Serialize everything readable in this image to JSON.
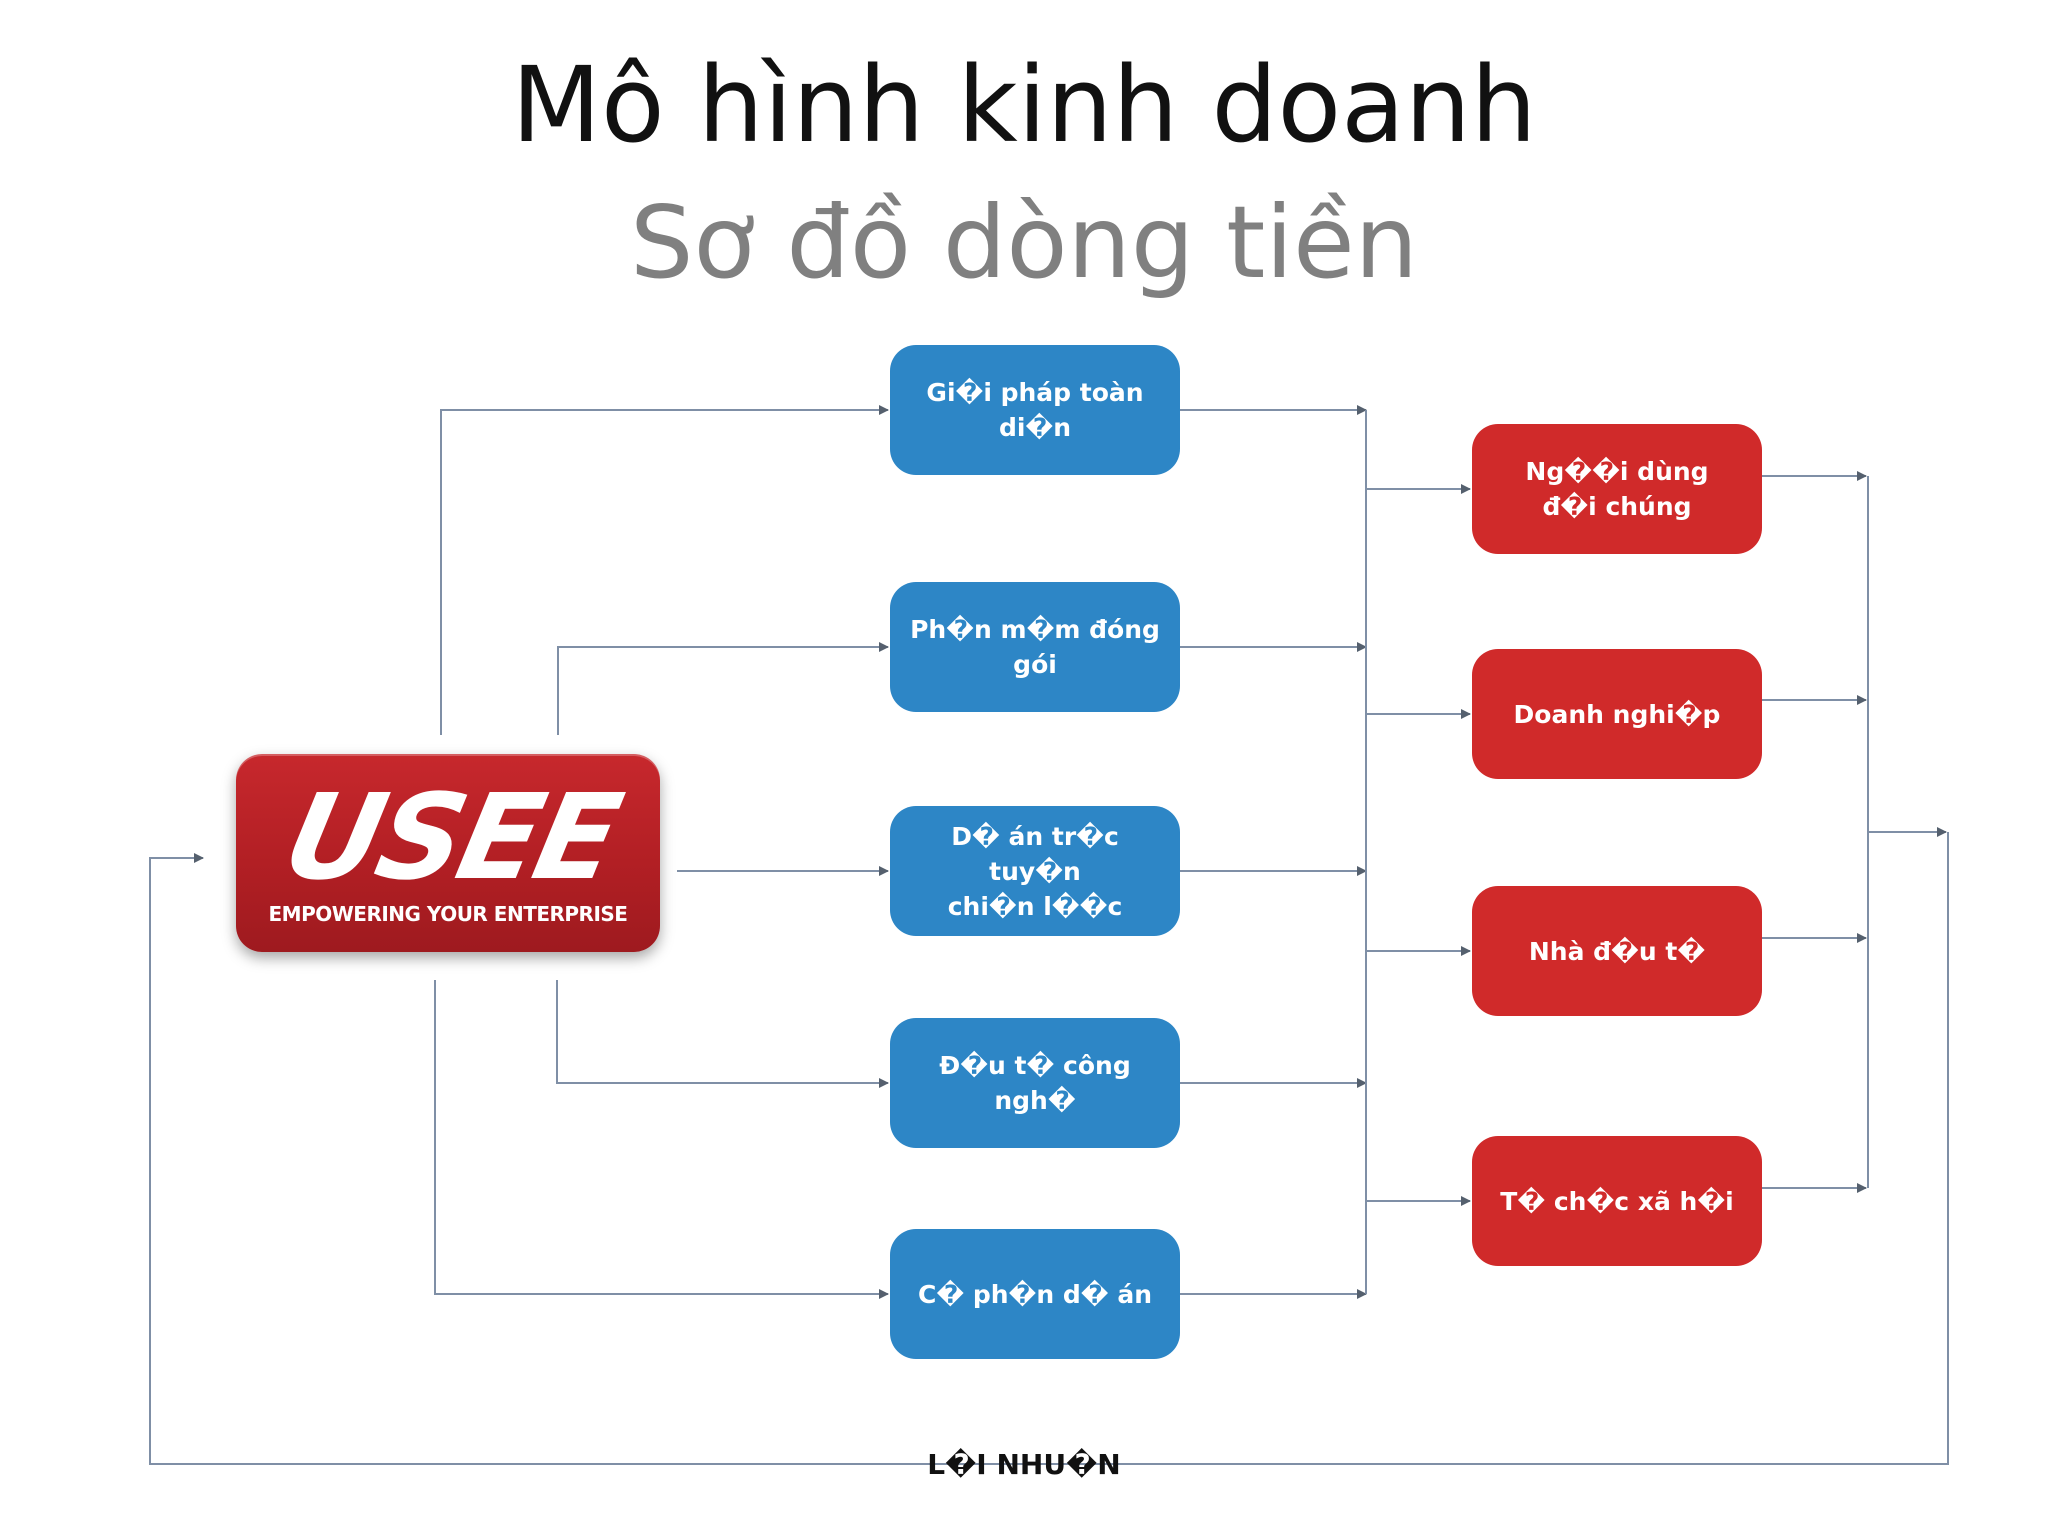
{
  "title": "Mô hình kinh doanh",
  "subtitle": "Sơ đồ dòng tiền",
  "logo": {
    "mark": "USEE",
    "tagline": "EMPOWERING YOUR ENTERPRISE"
  },
  "products": [
    "Gi�i pháp toàn di�n",
    "Ph�n m�m đóng gói",
    "D� án tr�c tuy�n\nchi�n l��c",
    "Đ�u t� công ngh�",
    "C� ph�n d� án"
  ],
  "customers": [
    "Ng��i dùng\nđ�i chúng",
    "Doanh nghi�p",
    "Nhà đ�u t�",
    "T� ch�c xã h�i"
  ],
  "profit_label": "L�I NHU�N",
  "colors": {
    "product_box": "#2d86c6",
    "customer_box": "#d02a2a",
    "logo": "#b21f24",
    "connector": "#7f8fa6"
  }
}
